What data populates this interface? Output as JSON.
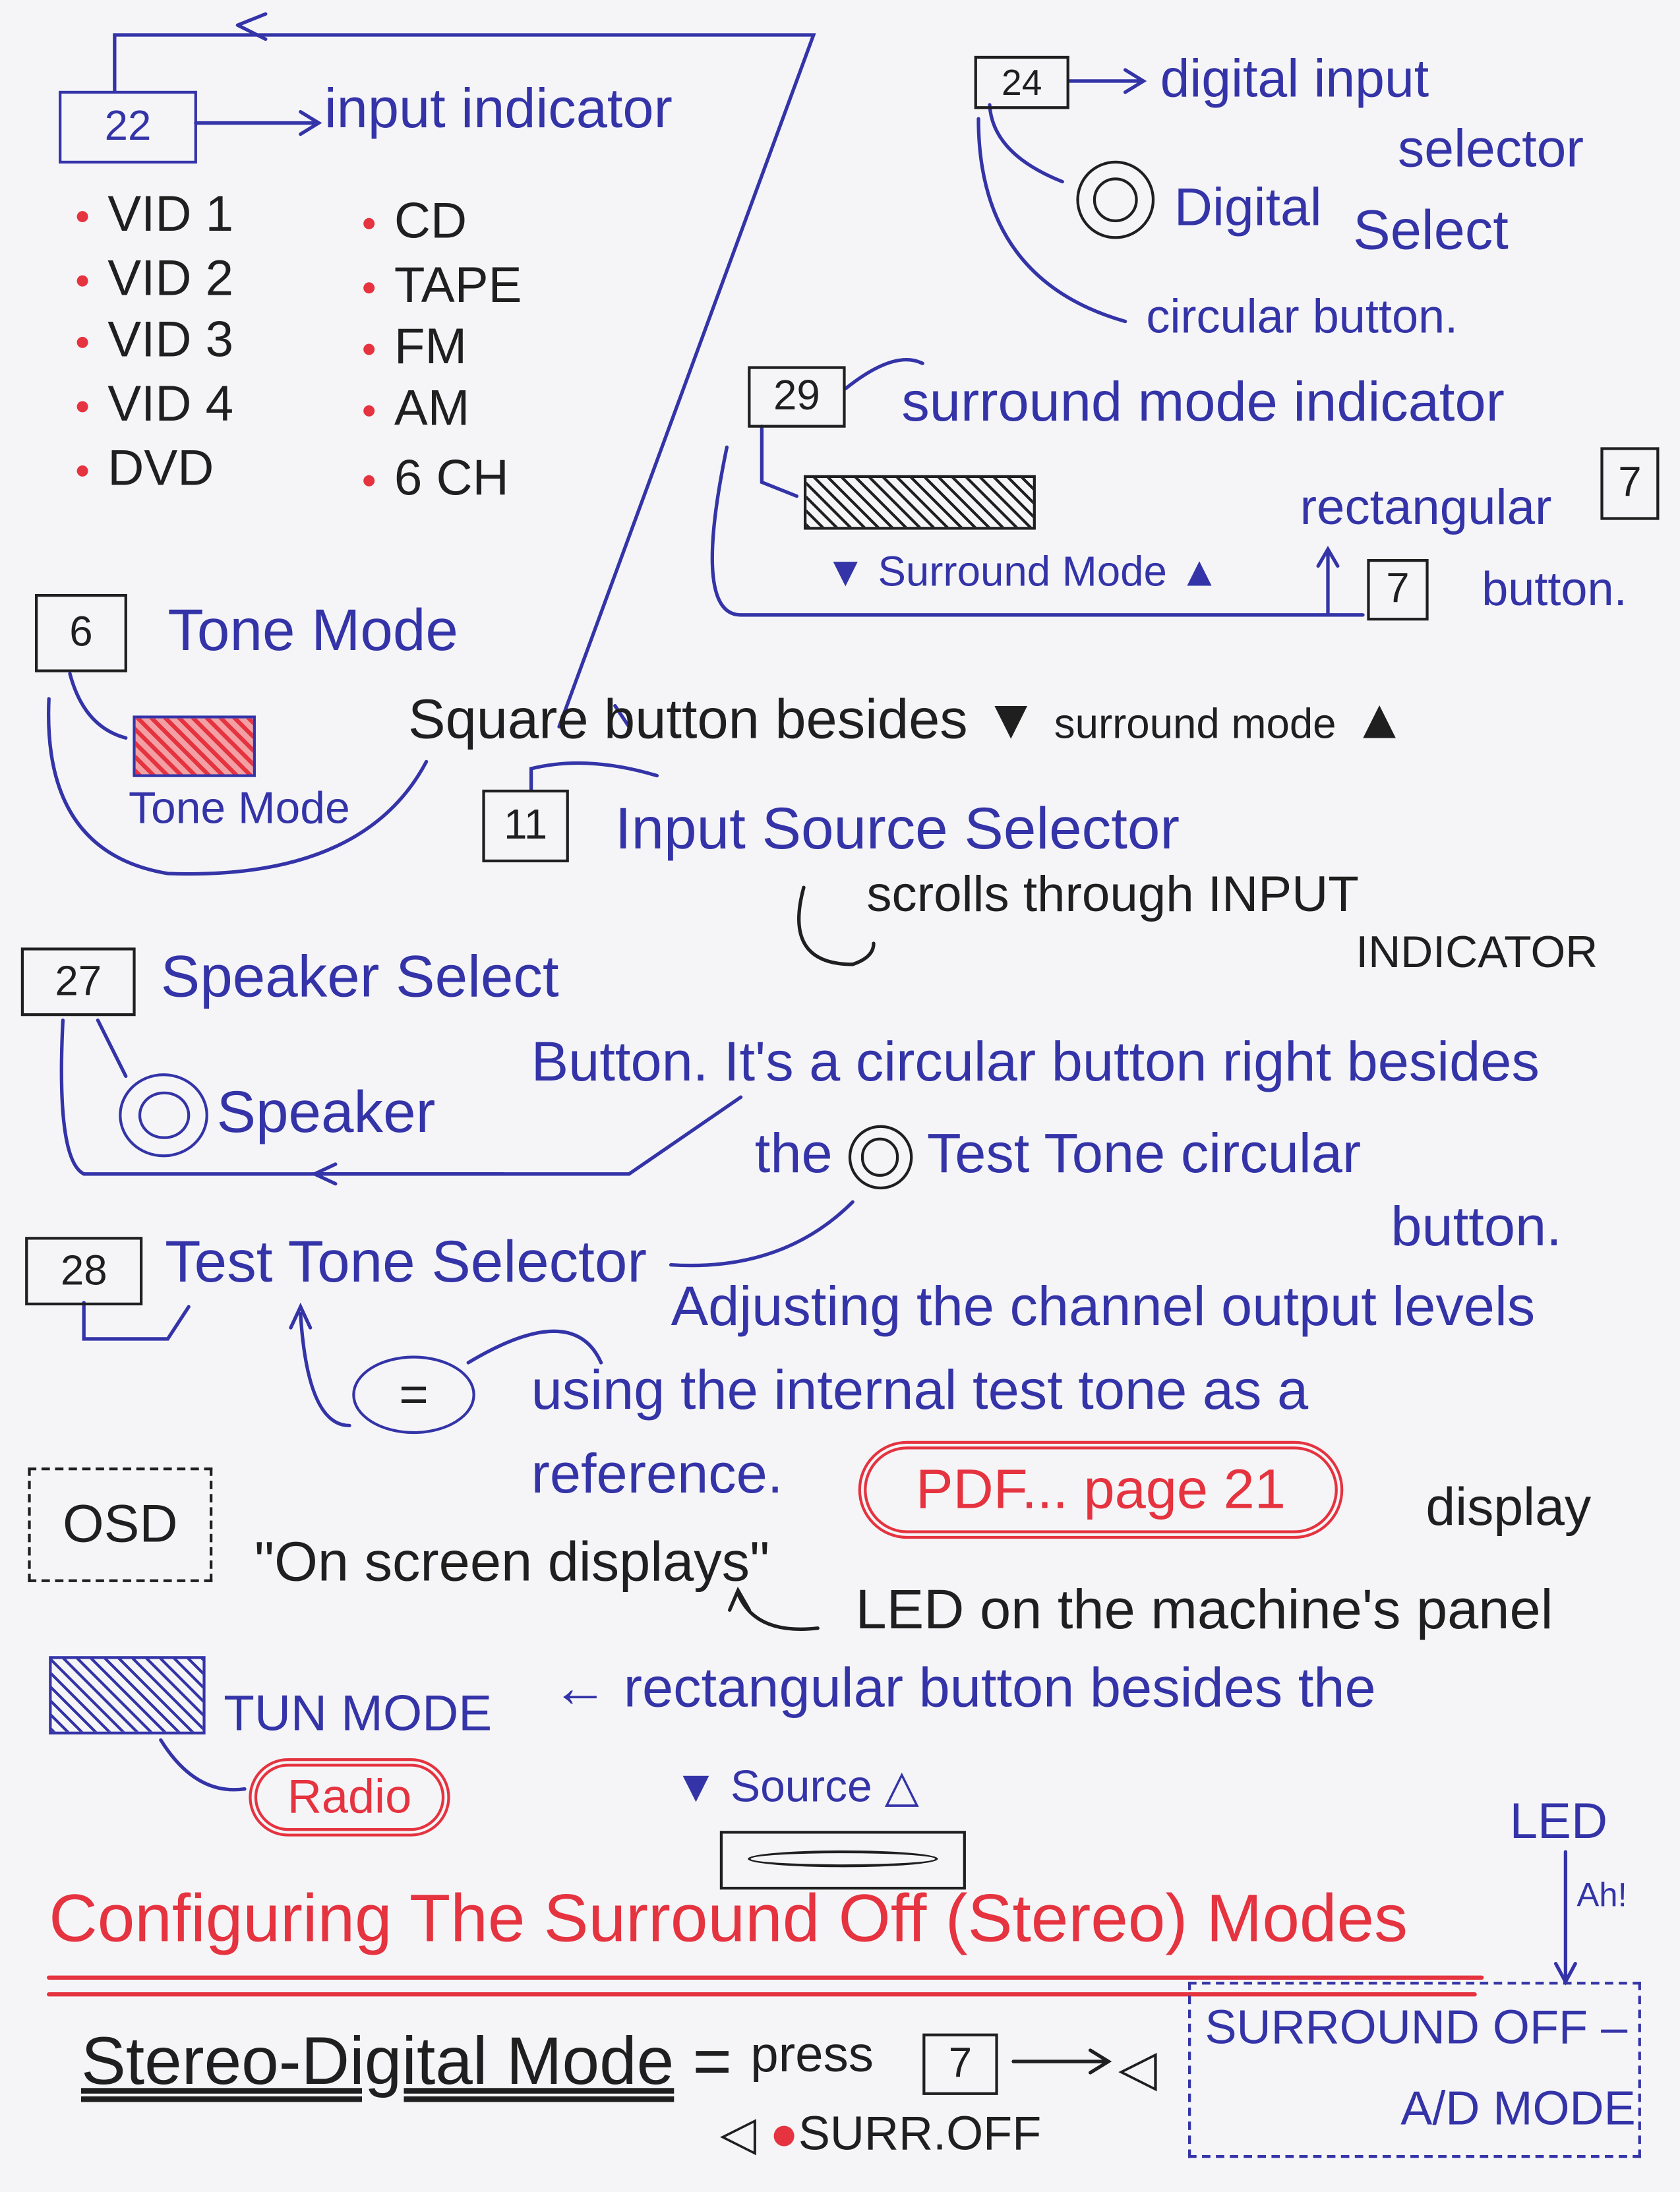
{
  "colors": {
    "blue_ink": "#3434a8",
    "black_ink": "#1f1f1f",
    "red_ink": "#e5333f"
  },
  "input_indicator": {
    "number": "22",
    "label": "input indicator",
    "left_items": [
      "VID 1",
      "VID 2",
      "VID 3",
      "VID 4",
      "DVD"
    ],
    "right_items": [
      "CD",
      "TAPE",
      "FM",
      "AM",
      "6 CH"
    ]
  },
  "digital_input": {
    "number": "24",
    "label_line1": "digital input",
    "label_line2": "selector",
    "button_label_1": "Digital",
    "button_label_2": "Select",
    "note": "circular button."
  },
  "surround_mode": {
    "number": "29",
    "label": "surround mode indicator",
    "button_label": "Surround Mode",
    "rect_label": "rectangular",
    "rect_number": "7",
    "button_number": "7",
    "button_word": "button."
  },
  "tone_mode": {
    "number": "6",
    "label": "Tone Mode",
    "button_label": "Tone Mode",
    "note": "Square button besides",
    "note_suffix": "surround mode"
  },
  "input_source": {
    "number": "11",
    "label": "Input Source Selector",
    "scroll_line1": "scrolls through INPUT",
    "scroll_line2": "INDICATOR"
  },
  "speaker": {
    "number": "27",
    "label": "Speaker Select",
    "button_label": "Speaker",
    "note_line1": "Button. It's a circular button right besides",
    "note_line2_a": "the",
    "note_line2_b": "Test Tone circular",
    "note_line3": "button."
  },
  "test_tone": {
    "number": "28",
    "label": "Test Tone Selector",
    "button_symbol": "=",
    "desc_line1": "Adjusting the channel output levels",
    "desc_line2": "using the internal test tone as a",
    "desc_line3": "reference.",
    "reference": "PDF... page 21"
  },
  "osd": {
    "label": "OSD",
    "meaning": "\"On screen displays\"",
    "display": "display",
    "led_note": "LED on the machine's panel"
  },
  "tun_mode": {
    "label": "TUN MODE",
    "note": "← rectangular button besides the",
    "cloud": "Radio",
    "source_label": "Source",
    "led": "LED",
    "ah": "Ah!"
  },
  "section": {
    "title": "Configuring The Surround Off (Stereo) Modes",
    "mode_name": "Stereo-Digital Mode",
    "equals": "=",
    "press": "press",
    "key": "7",
    "arrow": "→",
    "indicator": "SURR.OFF",
    "result_line1": "SURROUND OFF –",
    "result_line2": "A/D MODE"
  }
}
